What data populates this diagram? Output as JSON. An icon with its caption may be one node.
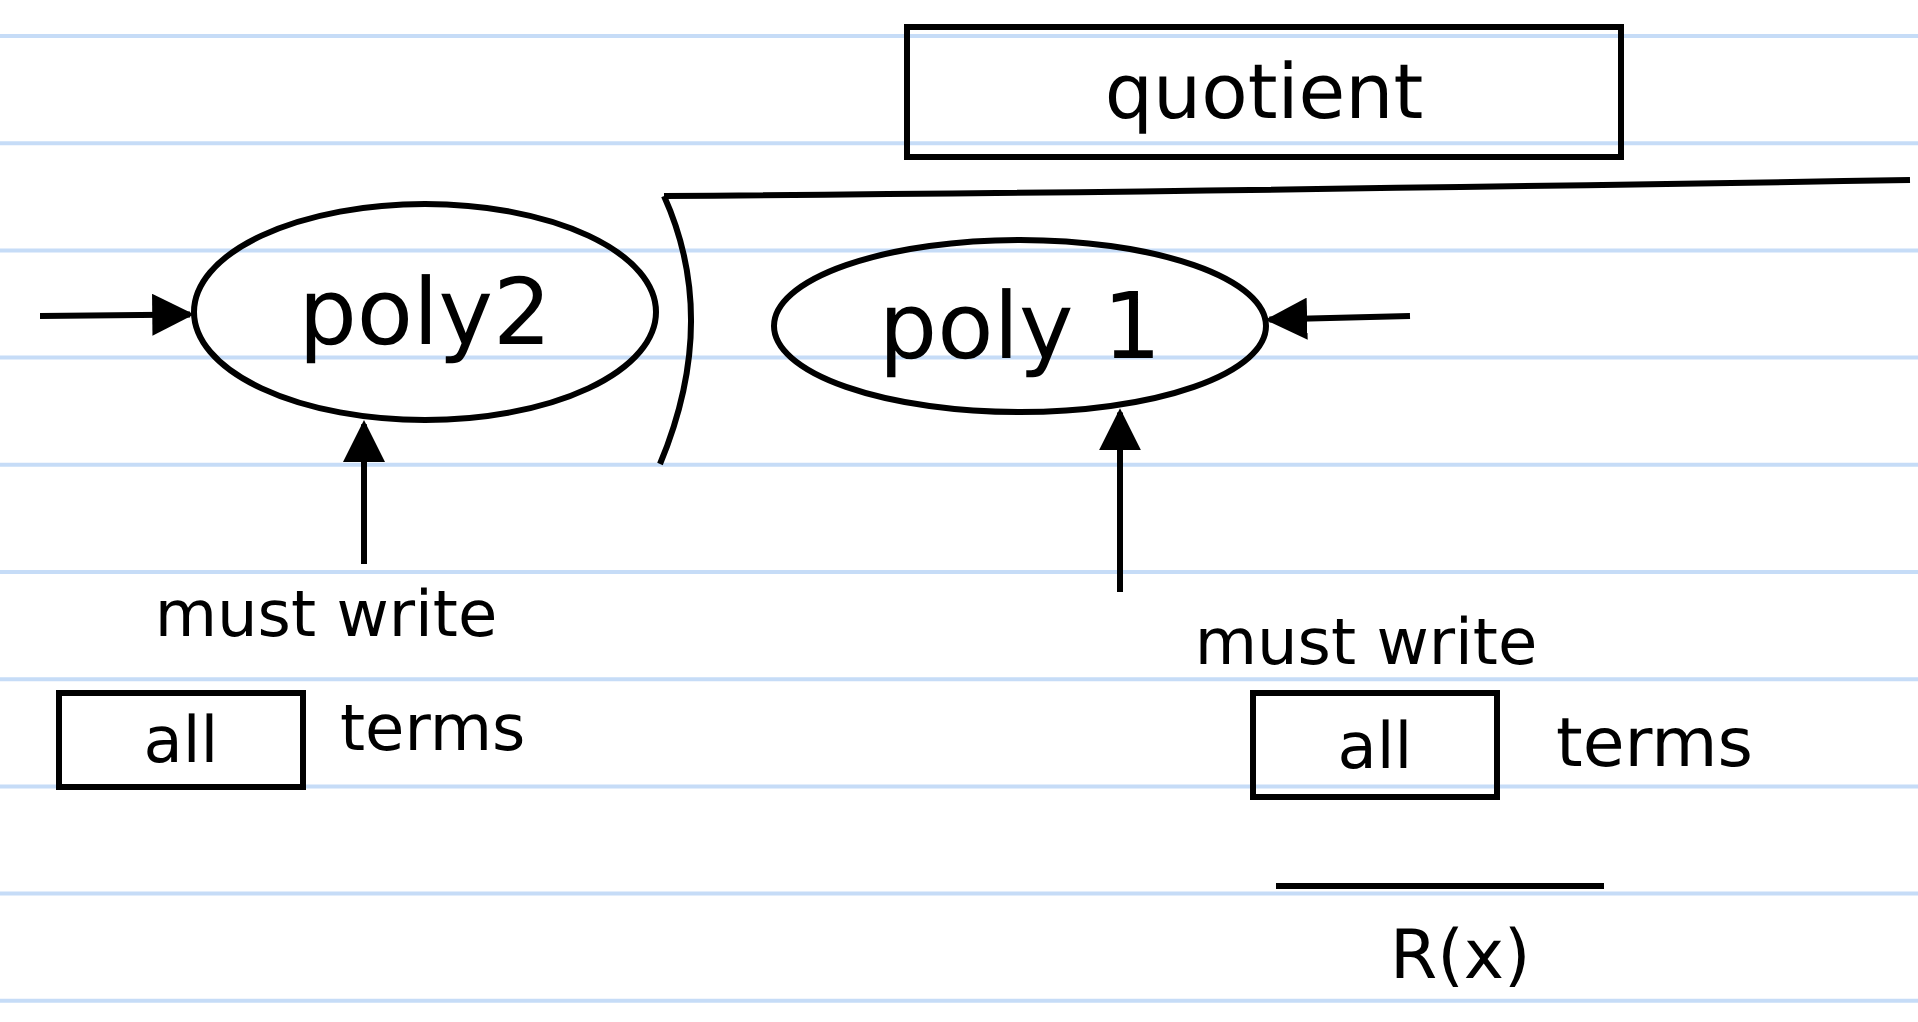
{
  "diagram": {
    "nodes": [
      {
        "text": [
          "quotient"
        ]
      },
      {
        "text": [
          "poly2"
        ]
      },
      {
        "text": [
          "poly 1"
        ]
      },
      {
        "text": [
          "must write"
        ]
      },
      {
        "text": [
          "all"
        ]
      },
      {
        "text": [
          "must write"
        ]
      },
      {
        "text": [
          "all"
        ]
      }
    ],
    "edges": [
      {
        "from": null,
        "to": 1,
        "arrow": "to"
      },
      {
        "from": null,
        "to": 2,
        "arrow": "to"
      },
      {
        "from": 3,
        "to": 1,
        "arrow": "to"
      },
      {
        "from": 5,
        "to": 2,
        "arrow": "to"
      }
    ],
    "labels": [
      "terms",
      "terms",
      "R(x)"
    ]
  }
}
